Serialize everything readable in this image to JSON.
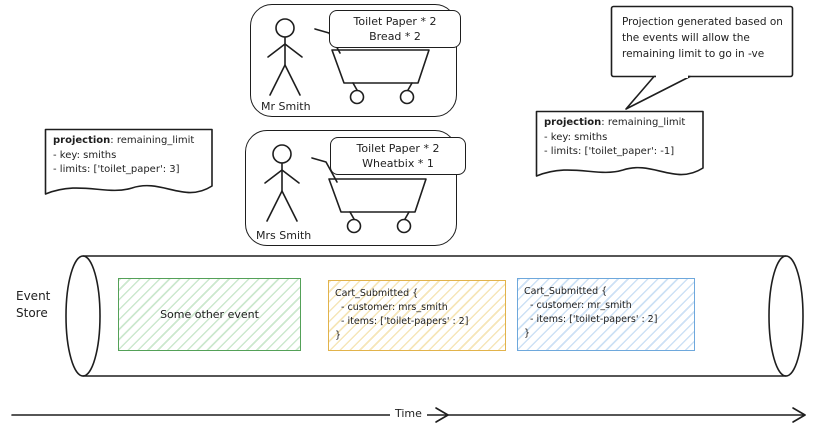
{
  "colors": {
    "ink": "#1e1e1e",
    "green_stroke": "#54a158",
    "green_fill": "rgba(110,190,115,0.35)",
    "yellow_stroke": "#e2b34b",
    "yellow_fill": "rgba(235,200,100,0.45)",
    "blue_stroke": "#6ea8dc",
    "blue_fill": "rgba(130,180,230,0.4)"
  },
  "customers": {
    "mr": {
      "name": "Mr Smith",
      "cart_items": [
        "Toilet Paper * 2",
        "Bread * 2"
      ]
    },
    "mrs": {
      "name": "Mrs Smith",
      "cart_items": [
        "Toilet Paper * 2",
        "Wheatbix * 1"
      ]
    }
  },
  "notes": {
    "left": {
      "keyword": "projection",
      "title_rest": ": remaining_limit",
      "lines": [
        "- key: smiths",
        "- limits: ['toilet_paper': 3]"
      ]
    },
    "right": {
      "keyword": "projection",
      "title_rest": ": remaining_limit",
      "lines": [
        "- key: smiths",
        "- limits: ['toilet_paper': -1]"
      ]
    }
  },
  "speech_bubble": {
    "text": "Projection generated based on the events will allow the remaining limit to go in -ve"
  },
  "event_store": {
    "label": "Event Store",
    "events": [
      {
        "name": "other",
        "lines": [
          "Some other event"
        ]
      },
      {
        "name": "cart_submitted_mrs",
        "lines": [
          "Cart_Submitted {",
          "  - customer: mrs_smith",
          "  - items: ['toilet-papers' : 2]",
          "}"
        ]
      },
      {
        "name": "cart_submitted_mr",
        "lines": [
          "Cart_Submitted {",
          "  - customer: mr_smith",
          "  - items: ['toilet-papers' : 2]",
          "}"
        ]
      }
    ]
  },
  "timeline": {
    "label": "Time"
  }
}
